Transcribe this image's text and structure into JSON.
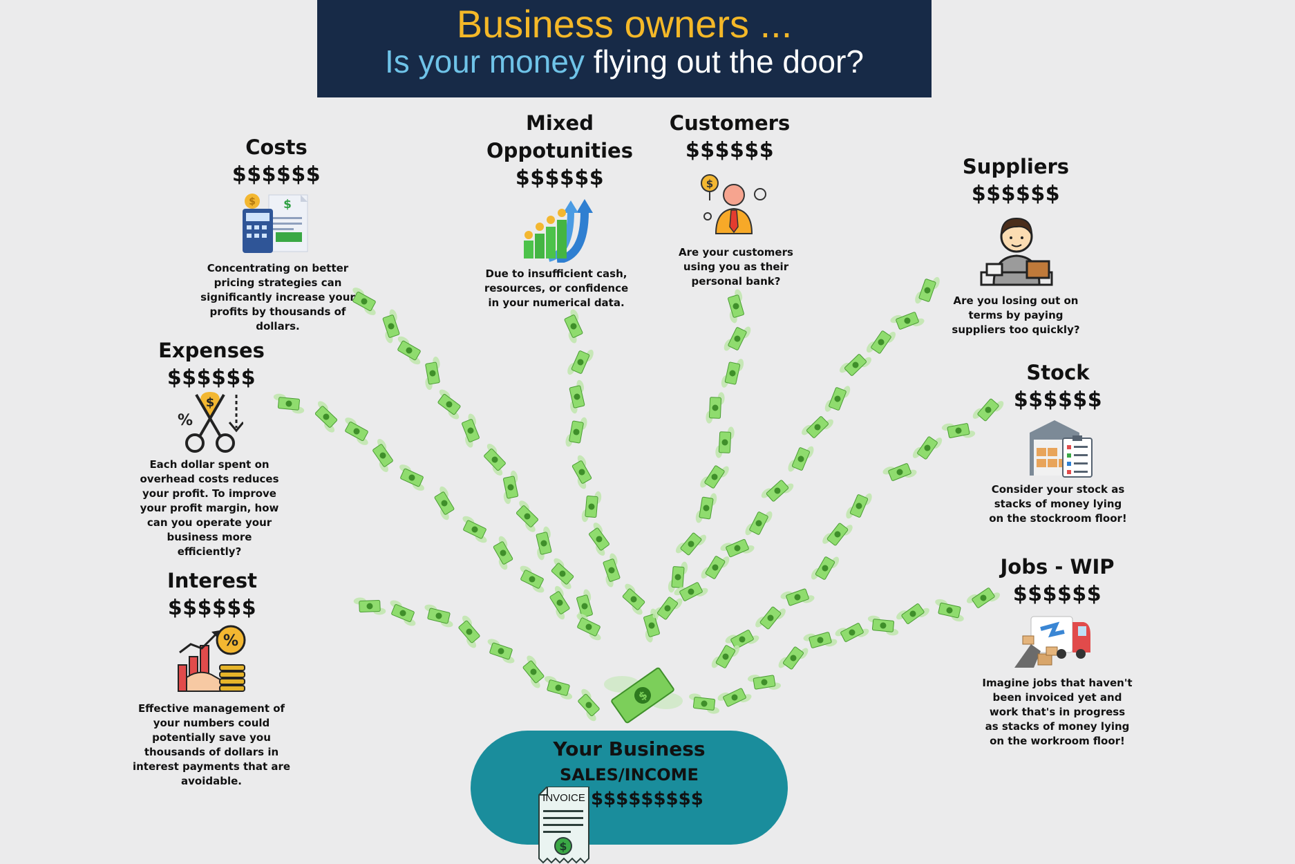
{
  "header": {
    "title_line1": "Business owners  ...",
    "title_line2_highlight": "Is your money",
    "title_line2_rest": " flying out the door?"
  },
  "blocks": {
    "costs": {
      "title": "Costs",
      "amount": "$$$$$$",
      "description": "Concentrating on better pricing strategies can significantly increase your profits by thousands of dollars."
    },
    "mixed": {
      "title_line1": "Mixed",
      "title_line2": "Oppotunities",
      "amount": "$$$$$$",
      "description": "Due to insufficient cash, resources, or confidence in your numerical data."
    },
    "customers": {
      "title": "Customers",
      "amount": "$$$$$$",
      "description": "Are your customers using you as their personal bank?"
    },
    "suppliers": {
      "title": "Suppliers",
      "amount": "$$$$$$",
      "description": "Are you losing out on terms by paying suppliers too quickly?"
    },
    "expenses": {
      "title": "Expenses",
      "amount": "$$$$$$",
      "description": "Each dollar spent on overhead costs reduces your profit. To improve your profit margin, how can you operate your business more efficiently?"
    },
    "stock": {
      "title": "Stock",
      "amount": "$$$$$$",
      "description": "Consider your stock as stacks of money lying on the stockroom floor!"
    },
    "interest": {
      "title": "Interest",
      "amount": "$$$$$$",
      "description": "Effective management of your numbers could potentially save you thousands of dollars in interest payments that are avoidable."
    },
    "jobs": {
      "title": "Jobs - WIP",
      "amount": "$$$$$$",
      "description": "Imagine jobs that haven't been invoiced yet and work that's in progress as stacks of money lying on the workroom floor!"
    }
  },
  "business": {
    "title": "Your Business",
    "subtitle": "SALES/INCOME",
    "amount": "$$$$$$$$$",
    "invoice_label": "INVOICE"
  },
  "icons": {
    "costs": "calculator-invoice-icon",
    "mixed": "growth-chart-coins-icon",
    "customers": "customer-person-icon",
    "suppliers": "supplier-worker-icon",
    "expenses": "scissors-cut-cost-icon",
    "stock": "warehouse-inventory-icon",
    "interest": "interest-chart-coins-icon",
    "jobs": "delivery-truck-icon",
    "invoice": "invoice-receipt-icon",
    "flying_money": "flying-banknote-icon"
  },
  "colors": {
    "background": "#ebebec",
    "header_bg": "#172a47",
    "title_gold": "#f4b828",
    "title_blue": "#6fc3e8",
    "pill_teal": "#1a8d9c",
    "money_green": "#8fdc6e"
  }
}
